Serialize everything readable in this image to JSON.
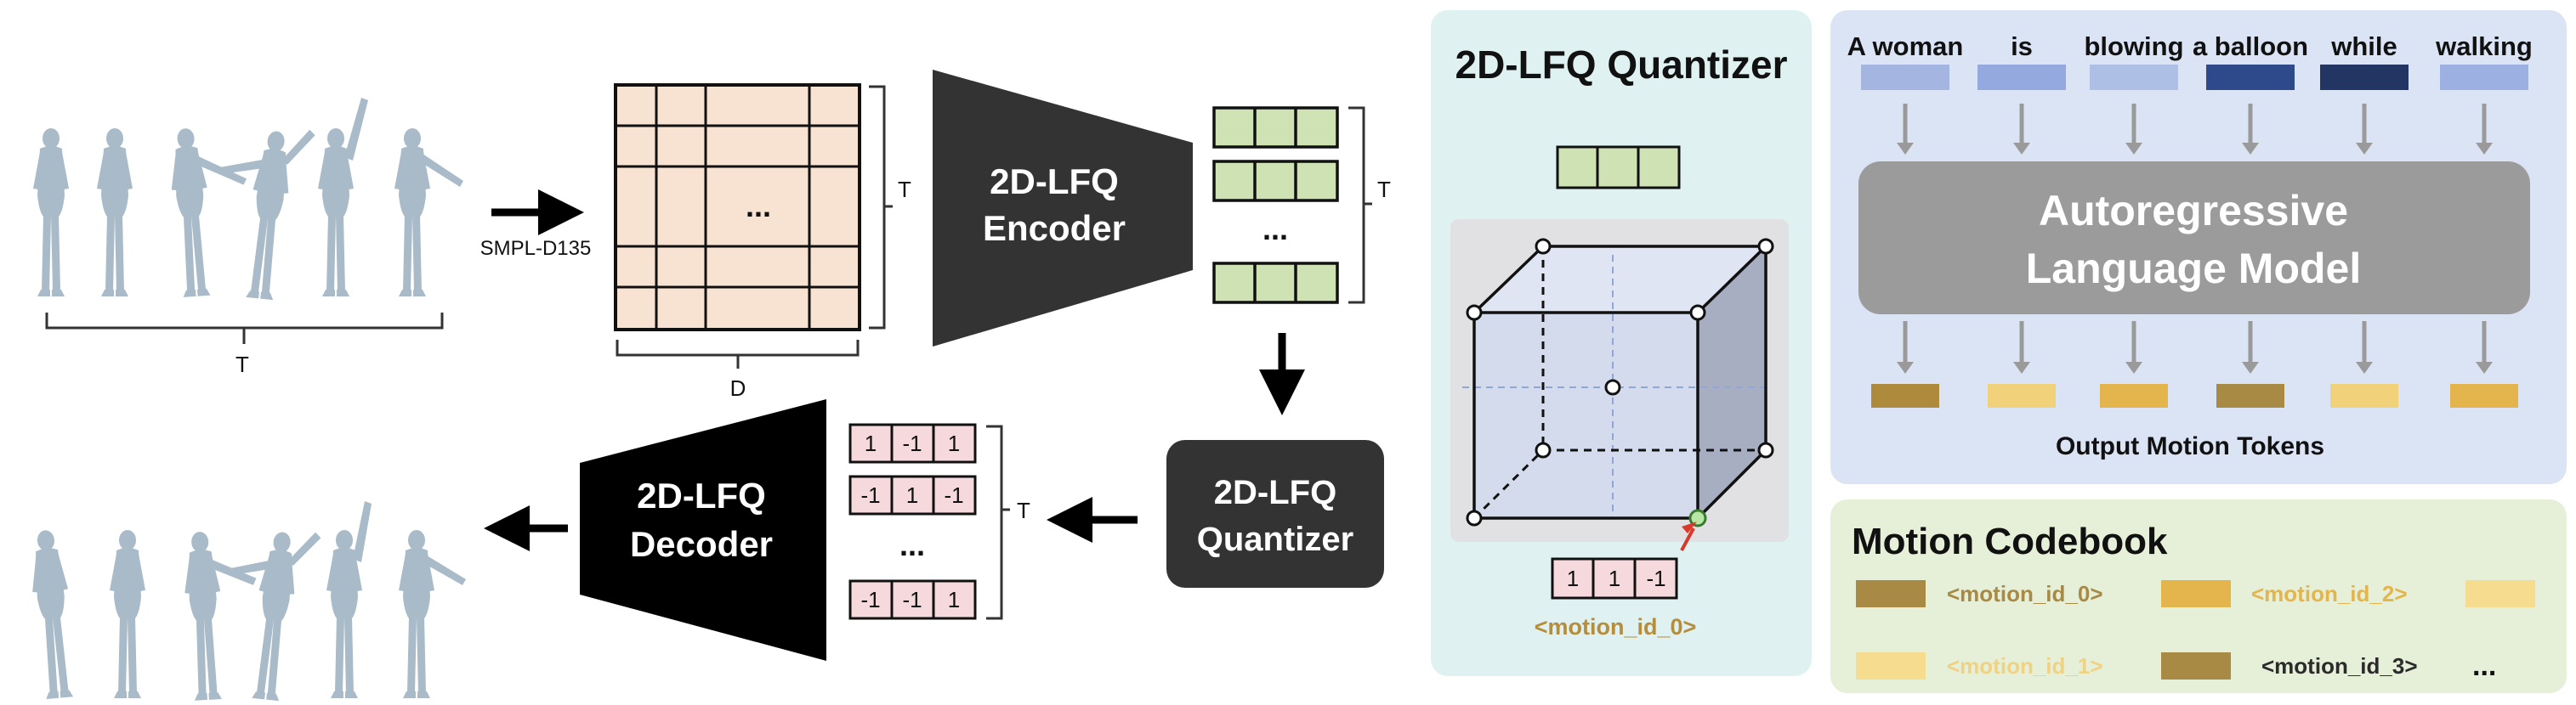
{
  "pipeline": {
    "top_bracket_label": "T",
    "smpl_label": "SMPL-D135",
    "matrix": {
      "ellipsis": "...",
      "t_label": "T",
      "d_label": "D"
    },
    "encoder": {
      "line1": "2D-LFQ",
      "line2": "Encoder"
    },
    "encoded_tokens": {
      "ellipsis": "...",
      "t_label": "T"
    },
    "quantizer": {
      "line1": "2D-LFQ",
      "line2": "Quantizer"
    },
    "quantized_tokens": {
      "rows": [
        [
          "1",
          "-1",
          "1"
        ],
        [
          "-1",
          "1",
          "-1"
        ],
        [
          "-1",
          "-1",
          "1"
        ]
      ],
      "ellipsis": "...",
      "t_label": "T"
    },
    "decoder": {
      "line1": "2D-LFQ",
      "line2": "Decoder"
    }
  },
  "quantizer_panel": {
    "title": "2D-LFQ Quantizer",
    "code": [
      "1",
      "1",
      "-1"
    ],
    "code_label": "<motion_id_0>"
  },
  "lm_panel": {
    "words": [
      "A woman",
      "is",
      "blowing",
      "a balloon",
      "while",
      "walking"
    ],
    "word_colors": [
      "#a4b5e2",
      "#94a9dd",
      "#aebfe6",
      "#2f4a8a",
      "#233563",
      "#9db0e2"
    ],
    "model_line1": "Autoregressive",
    "model_line2": "Language Model",
    "token_colors": [
      "#ad8a3c",
      "#f1d27a",
      "#e3b54c",
      "#a88a45",
      "#f1d27a",
      "#e3b54c"
    ],
    "output_label": "Output Motion Tokens"
  },
  "codebook": {
    "title": "Motion Codebook",
    "entries": [
      {
        "label": "<motion_id_0>",
        "color": "#a88a45",
        "text_color": "#a88a45"
      },
      {
        "label": "<motion_id_2>",
        "color": "#e3b54c",
        "text_color": "#e3b54c"
      },
      {
        "label": "<motion_id_1>",
        "color": "#f5dc8f",
        "text_color": "#f0d284"
      },
      {
        "label": "<motion_id_3>",
        "color": "#a88a45",
        "text_color": "#2b2b2b"
      }
    ],
    "ellipsis": "..."
  },
  "colors": {
    "figure": "#a9bac8",
    "matrix_fill": "#f8e3d2",
    "token_green": "#cfe2b3",
    "token_pink": "#f5d9dd",
    "dark_block": "#333333",
    "quantizer_panel_bg": "#dff1f1",
    "lm_panel_bg": "#dbe4f5",
    "codebook_bg": "#e6efd7"
  }
}
